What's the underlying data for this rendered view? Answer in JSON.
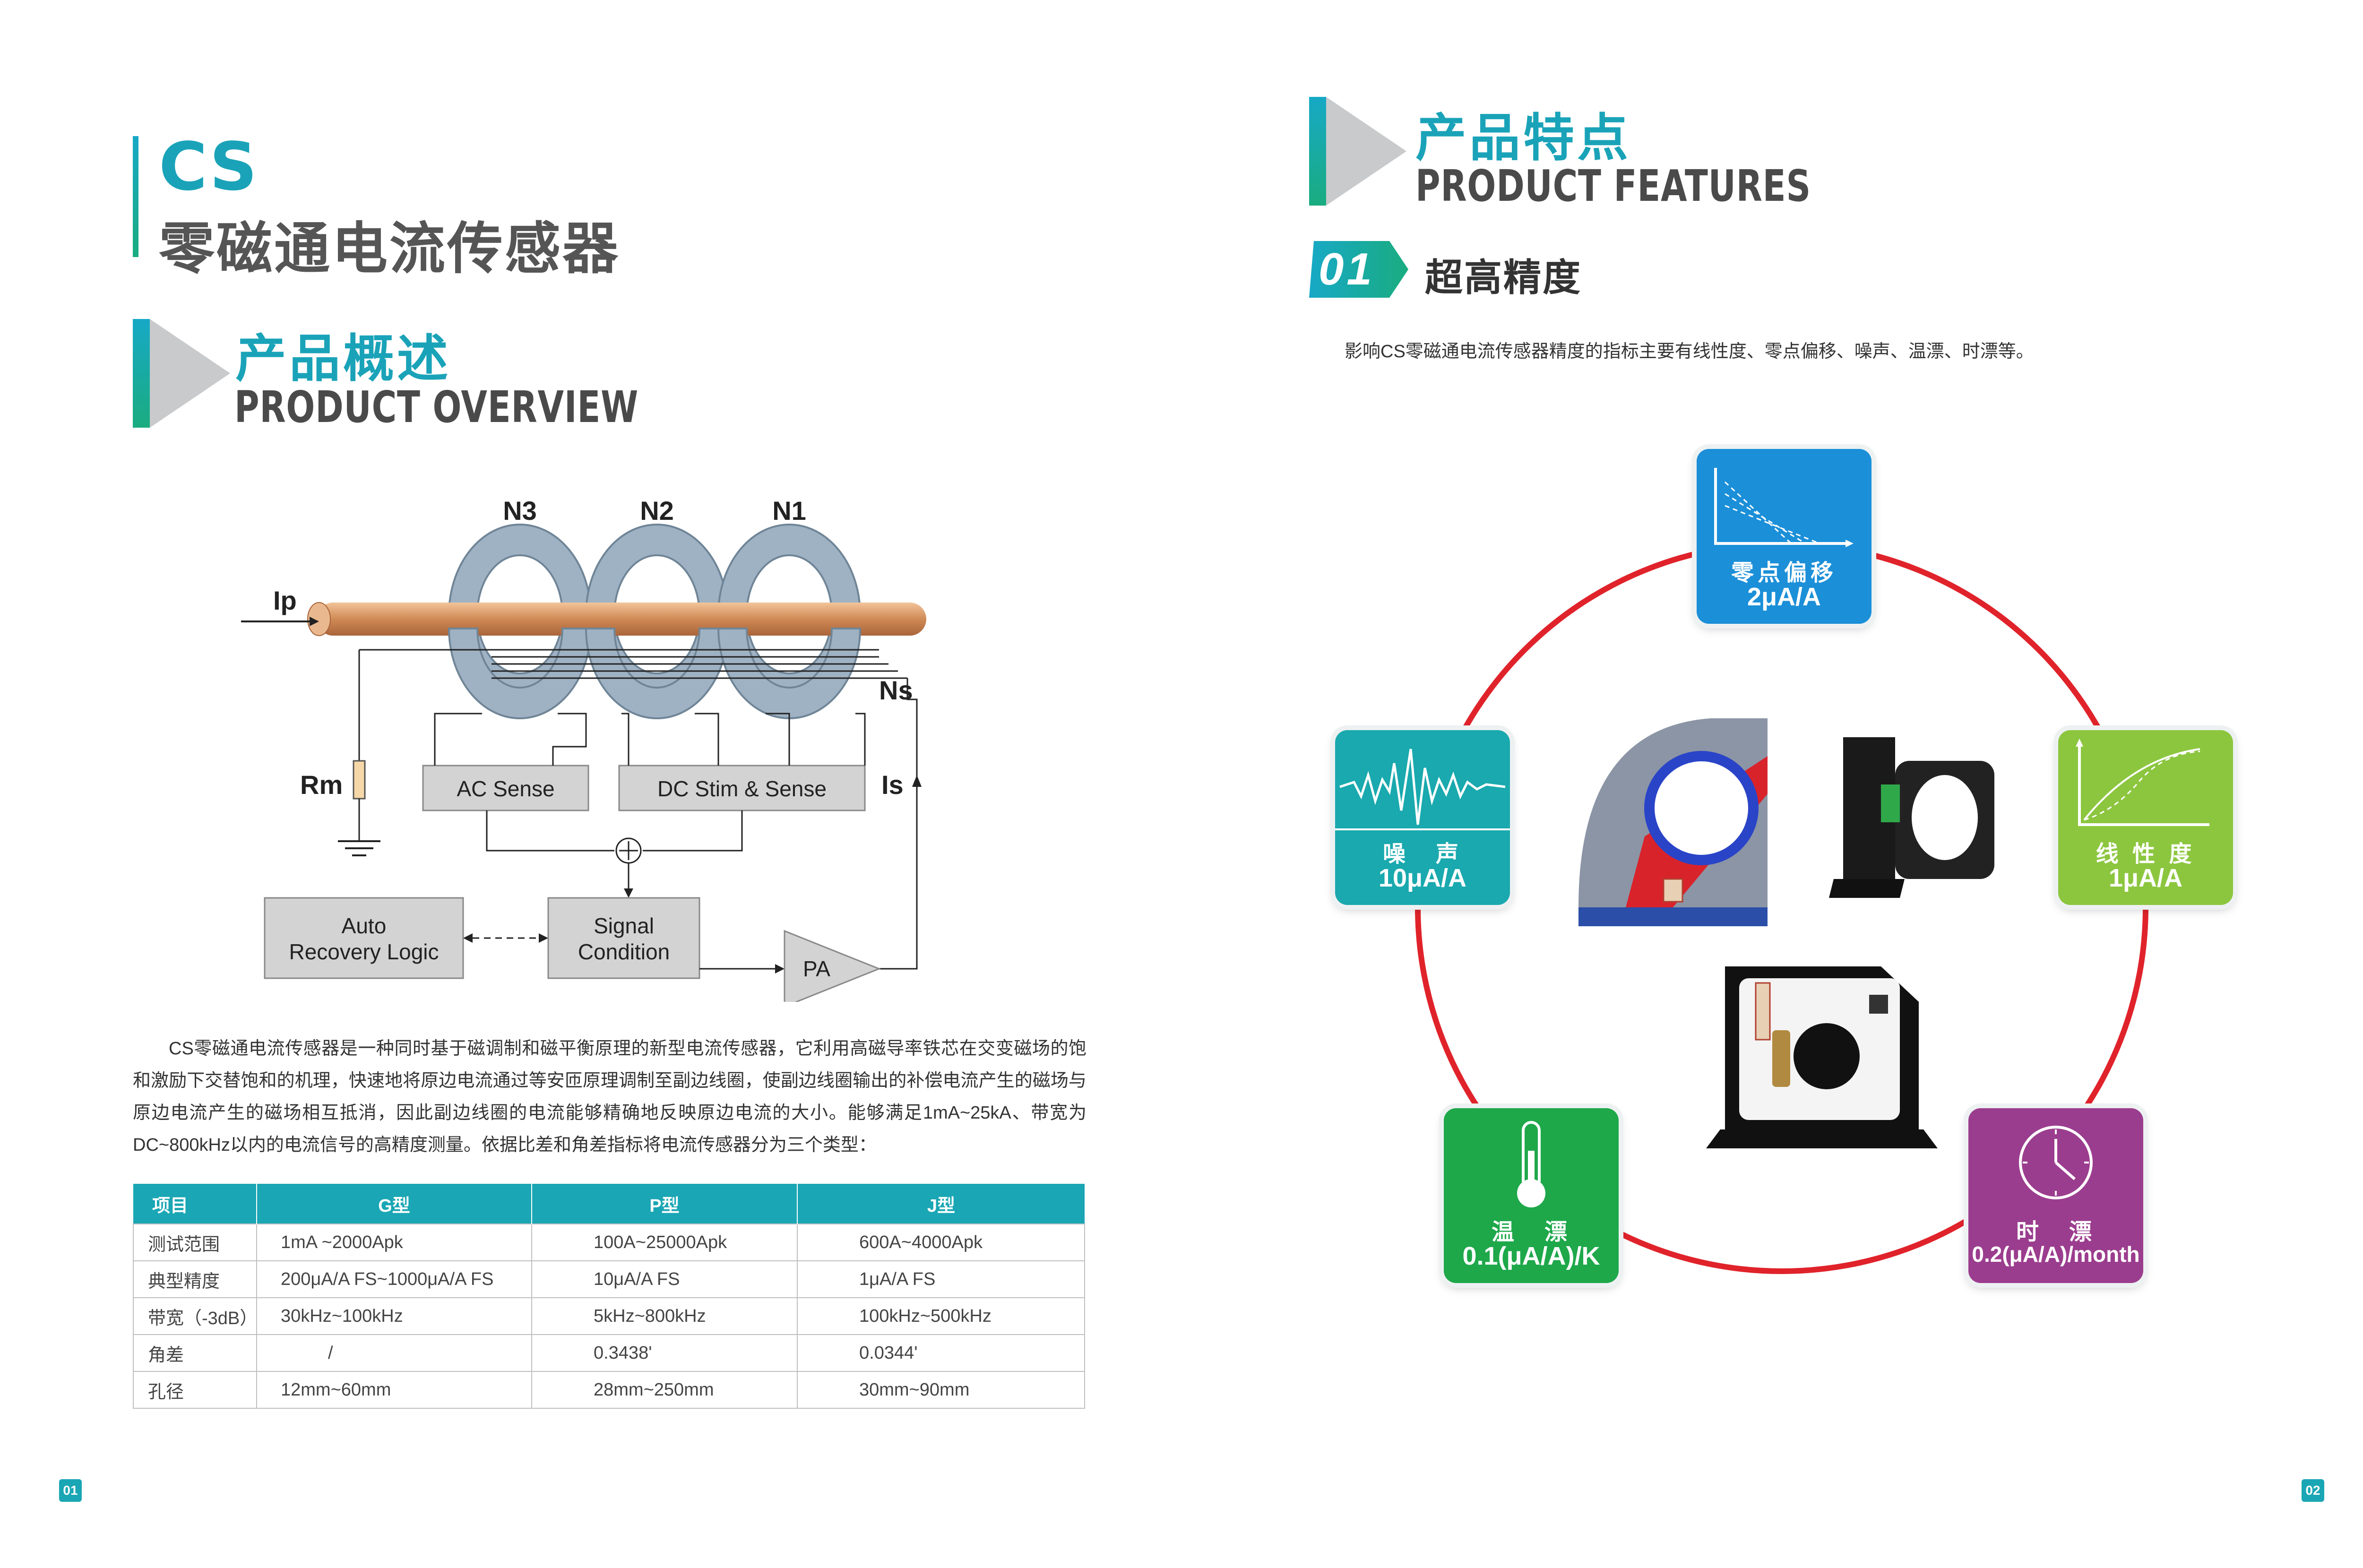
{
  "left_page": {
    "title_model": "CS",
    "title_name": "零磁通电流传感器",
    "section_cn": "产品概述",
    "section_en": "PRODUCT OVERVIEW",
    "diagram": {
      "core_labels": [
        "N3",
        "N2",
        "N1"
      ],
      "ip": "Ip",
      "ns": "Ns",
      "rm": "Rm",
      "is": "Is",
      "ac_sense": "AC Sense",
      "dc_stim": "DC Stim & Sense",
      "auto_recovery_1": "Auto",
      "auto_recovery_2": "Recovery Logic",
      "signal_1": "Signal",
      "signal_2": "Condition",
      "pa": "PA"
    },
    "paragraph": "CS零磁通电流传感器是一种同时基于磁调制和磁平衡原理的新型电流传感器，它利用高磁导率铁芯在交变磁场的饱和激励下交替饱和的机理，快速地将原边电流通过等安匝原理调制至副边线圈，使副边线圈输出的补偿电流产生的磁场与原边电流产生的磁场相互抵消，因此副边线圈的电流能够精确地反映原边电流的大小。能够满足1mA~25kA、带宽为DC~800kHz以内的电流信号的高精度测量。依据比差和角差指标将电流传感器分为三个类型：",
    "table": {
      "headers": [
        "项目",
        "G型",
        "P型",
        "J型"
      ],
      "rows": [
        [
          "测试范围",
          "1mA ~2000Apk",
          "100A~25000Apk",
          "600A~4000Apk"
        ],
        [
          "典型精度",
          "200μA/A FS~1000μA/A FS",
          "10μA/A FS",
          "1μA/A FS"
        ],
        [
          "带宽（-3dB）",
          "30kHz~100kHz",
          "5kHz~800kHz",
          "100kHz~500kHz"
        ],
        [
          "角差",
          "/",
          "0.3438'",
          "0.0344'"
        ],
        [
          "孔径",
          "12mm~60mm",
          "28mm~250mm",
          "30mm~90mm"
        ]
      ]
    },
    "page_number": "01"
  },
  "right_page": {
    "section_cn": "产品特点",
    "section_en": "PRODUCT FEATURES",
    "feature_num": "01",
    "feature_title": "超高精度",
    "feature_desc": "影响CS零磁通电流传感器精度的指标主要有线性度、零点偏移、噪声、温漂、时漂等。",
    "cards": {
      "zero": {
        "name": "零点偏移",
        "value": "2μA/A",
        "color": "#1b8fd8"
      },
      "noise": {
        "name": "噪　声",
        "value": "10μA/A",
        "color": "#19a9ae"
      },
      "linear": {
        "name": "线 性 度",
        "value": "1μA/A",
        "color": "#8cc63f"
      },
      "temp": {
        "name": "温　漂",
        "value": "0.1(μA/A)/K",
        "color": "#1ea84a"
      },
      "time": {
        "name": "时　漂",
        "value": "0.2(μA/A)/month",
        "color": "#9b3d8e"
      }
    },
    "page_number": "02"
  },
  "colors": {
    "teal": "#1aa6b4",
    "ring_red": "#e0232b"
  }
}
